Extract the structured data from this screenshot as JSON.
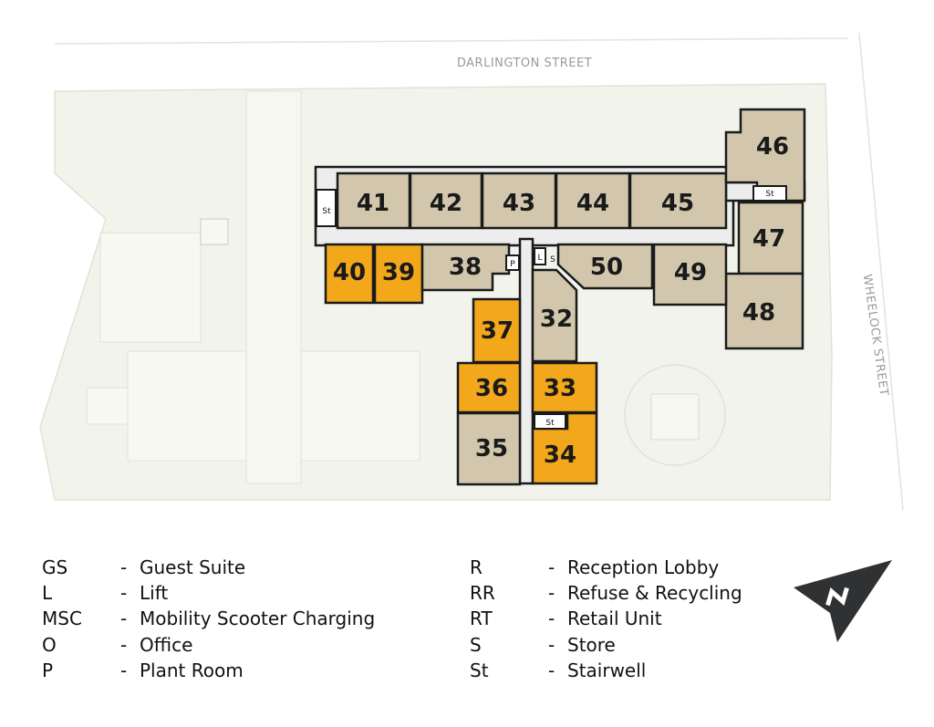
{
  "streets": {
    "north": "DARLINGTON STREET",
    "east": "WHEELOCK STREET"
  },
  "colors": {
    "available": "#f3a71b",
    "standard": "#d2c7ad",
    "corridor": "#eeeeee",
    "outline": "#1a1a1a",
    "site": "#f2f4ec"
  },
  "units": {
    "u35": {
      "label": "35",
      "status": "standard"
    },
    "u36": {
      "label": "36",
      "status": "available"
    },
    "u37": {
      "label": "37",
      "status": "available"
    },
    "u38": {
      "label": "38",
      "status": "standard"
    },
    "u39": {
      "label": "39",
      "status": "available"
    },
    "u40": {
      "label": "40",
      "status": "available"
    },
    "u41": {
      "label": "41",
      "status": "standard"
    },
    "u42": {
      "label": "42",
      "status": "standard"
    },
    "u43": {
      "label": "43",
      "status": "standard"
    },
    "u44": {
      "label": "44",
      "status": "standard"
    },
    "u45": {
      "label": "45",
      "status": "standard"
    },
    "u46": {
      "label": "46",
      "status": "standard"
    },
    "u47": {
      "label": "47",
      "status": "standard"
    },
    "u48": {
      "label": "48",
      "status": "standard"
    },
    "u49": {
      "label": "49",
      "status": "standard"
    },
    "u50": {
      "label": "50",
      "status": "standard"
    },
    "u32": {
      "label": "32",
      "status": "standard"
    },
    "u33": {
      "label": "33",
      "status": "available"
    },
    "u34": {
      "label": "34",
      "status": "available"
    }
  },
  "small_rooms": {
    "st_west": "St",
    "st_north_east": "St",
    "st_south": "St",
    "plant": "P",
    "lift": "L",
    "store": "S"
  },
  "legend": {
    "left": [
      {
        "code": "GS",
        "dash": "-",
        "desc": "Guest Suite"
      },
      {
        "code": "L",
        "dash": "-",
        "desc": "Lift"
      },
      {
        "code": "MSC",
        "dash": "-",
        "desc": "Mobility Scooter Charging"
      },
      {
        "code": "O",
        "dash": "-",
        "desc": "Office"
      },
      {
        "code": "P",
        "dash": "-",
        "desc": "Plant Room"
      }
    ],
    "right": [
      {
        "code": "R",
        "dash": "-",
        "desc": "Reception Lobby"
      },
      {
        "code": "RR",
        "dash": "-",
        "desc": "Refuse & Recycling"
      },
      {
        "code": "RT",
        "dash": "-",
        "desc": "Retail Unit"
      },
      {
        "code": "S",
        "dash": "-",
        "desc": "Store"
      },
      {
        "code": "St",
        "dash": "-",
        "desc": "Stairwell"
      }
    ]
  },
  "compass": {
    "letter": "N",
    "icon": "north-arrow-icon"
  }
}
